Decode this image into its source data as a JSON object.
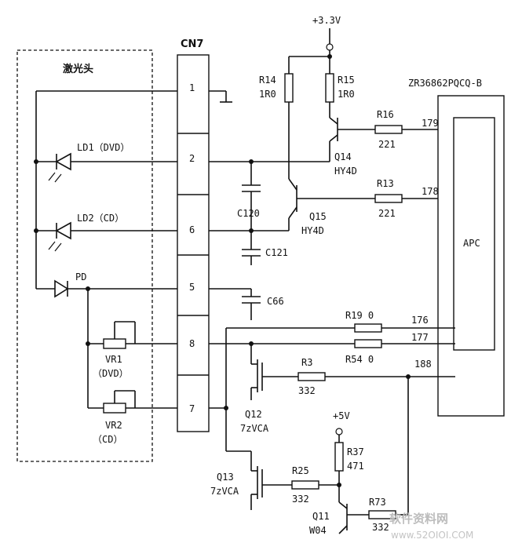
{
  "labels": {
    "laser_head": "激光头",
    "connector": "CN7",
    "pins": [
      "1",
      "2",
      "6",
      "5",
      "8",
      "7"
    ],
    "supply_33": "+3.3V",
    "supply_5": "+5V",
    "ic_name": "ZR36862PQCQ-B",
    "apc": "APC",
    "ic_pins": [
      "179",
      "178",
      "176",
      "177",
      "188"
    ],
    "ld1": "LD1（DVD）",
    "ld2": "LD2（CD）",
    "pd": "PD",
    "vr1": "VR1",
    "vr1_sub": "（DVD）",
    "vr2": "VR2",
    "vr2_sub": "（CD）",
    "r14": "R14",
    "r14_val": "1R0",
    "r15": "R15",
    "r15_val": "1R0",
    "r16": "R16",
    "r16_val": "221",
    "r13": "R13",
    "r13_val": "221",
    "q14": "Q14",
    "q14_type": "HY4D",
    "q15": "Q15",
    "q15_type": "HY4D",
    "c120": "C120",
    "c121": "C121",
    "c66": "C66",
    "r19": "R19  0",
    "r54": "R54  0",
    "r3": "R3",
    "r3_val": "332",
    "q12": "Q12",
    "q12_type": "7zVCA",
    "q13": "Q13",
    "q13_type": "7zVCA",
    "r25": "R25",
    "r25_val": "332",
    "r37": "R37",
    "r37_val": "471",
    "q11": "Q11",
    "q11_type": "W04",
    "r73": "R73",
    "r73_val": "332"
  },
  "watermark": {
    "brand": "软件资料网",
    "url": "www.52OIOI.COM"
  }
}
